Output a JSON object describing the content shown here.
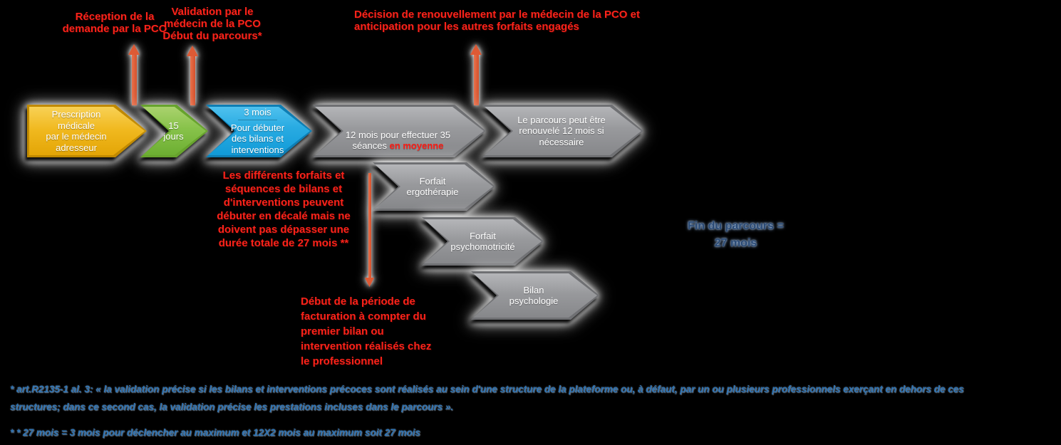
{
  "colors": {
    "background": "#000000",
    "red_text": "#fa231a",
    "arrow_orange": "#dd5a35",
    "footnote_blue": "#2e74b5",
    "fin_parcours_blue": "#2a4a75",
    "step_yellow": "#f0b81e",
    "step_green": "#87c24a",
    "step_blue": "#29abe2",
    "step_gray": "#98999c"
  },
  "callouts": {
    "reception": "Réception de la\ndemande par la PCO",
    "validation": "Validation par le\nmédecin de la PCO\nDébut du parcours*",
    "decision": "Décision de renouvellement par le médecin de la PCO et\nanticipation pour les autres forfaits engagés",
    "forfaits_note": "Les différents forfaits et\nséquences de bilans et\nd'interventions peuvent\ndébuter en décalé mais ne\ndoivent pas dépasser une\ndurée totale de 27 mois **",
    "facturation": "Début de la période de\nfacturation à compter du\npremier bilan ou\nintervention réalisés chez\nle professionnel",
    "fin_parcours": "Fin du parcours =\n27 mois"
  },
  "timeline": {
    "steps": [
      {
        "name": "prescription",
        "label": "Prescription médicale\npar le médecin\nadresseur",
        "color": "yellow"
      },
      {
        "name": "delai-15-jours",
        "label": "15\njours",
        "color": "green"
      },
      {
        "name": "3-mois",
        "title": "3 mois",
        "label": "Pour débuter\ndes bilans et\ninterventions",
        "color": "blue"
      },
      {
        "name": "12-mois",
        "label_prefix": "12 mois pour effectuer 35\nséances ",
        "label_highlight": "en moyenne",
        "color": "gray"
      },
      {
        "name": "renouvellement",
        "label": "Le parcours peut être\nrenouvelé 12 mois si\nnécessaire",
        "color": "gray"
      }
    ]
  },
  "sub_steps": [
    {
      "name": "forfait-ergotherapie",
      "label": "Forfait\nergothérapie"
    },
    {
      "name": "forfait-psychomotricite",
      "label": "Forfait\npsychomotricité"
    },
    {
      "name": "bilan-psychologie",
      "label": "Bilan\npsychologie"
    }
  ],
  "footnotes": {
    "note1": "* art.R2135-1 al. 3: « la validation précise si les bilans et interventions précoces sont réalisés au sein d'une structure de la plateforme ou, à défaut, par un ou plusieurs professionnels exerçant en dehors de ces\nstructures; dans ce second cas, la validation précise les prestations incluses dans le parcours ».",
    "note2": "* * 27 mois = 3 mois pour déclencher au maximum et 12X2 mois au maximum soit 27 mois"
  }
}
